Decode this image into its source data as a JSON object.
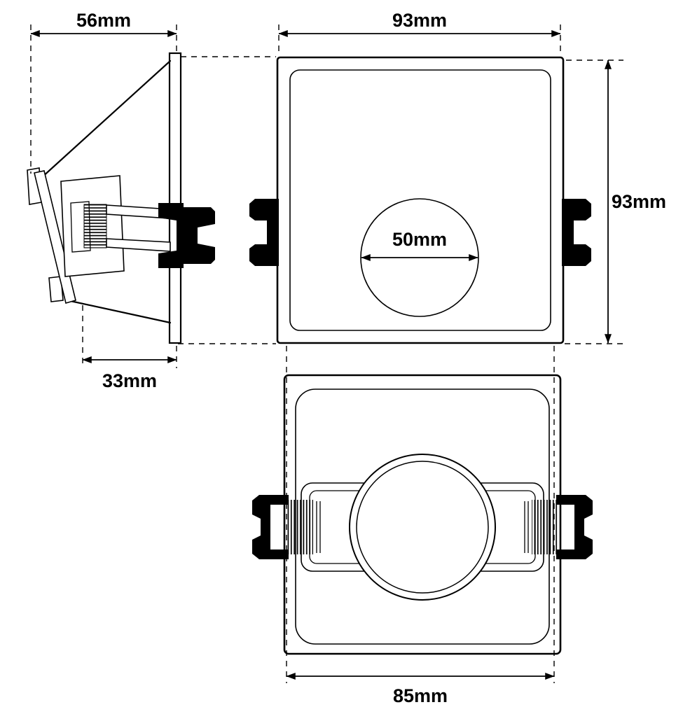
{
  "page": {
    "background_color": "#ffffff",
    "line_color": "#000000"
  },
  "dimensions": {
    "side_width": {
      "label": "56mm"
    },
    "front_width": {
      "label": "93mm"
    },
    "front_height": {
      "label": "93mm"
    },
    "hole_diameter": {
      "label": "50mm"
    },
    "recess_depth": {
      "label": "33mm"
    },
    "cutout_width": {
      "label": "85mm"
    }
  }
}
